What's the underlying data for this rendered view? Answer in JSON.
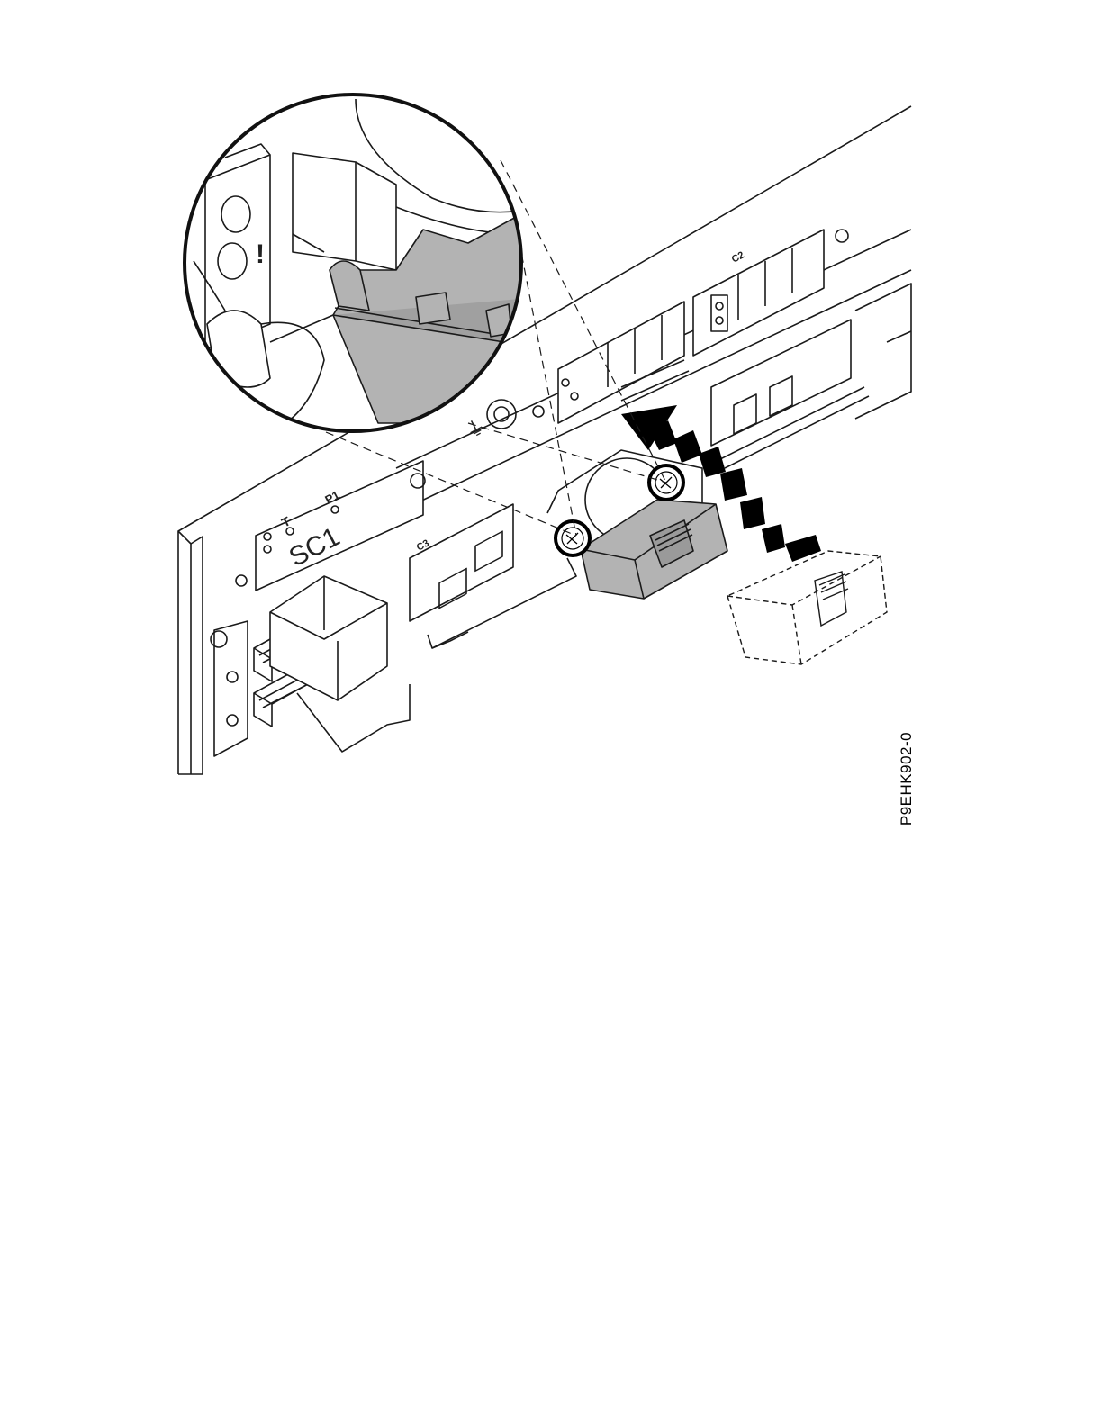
{
  "figure": {
    "id_label": "P9EHK902-0",
    "panel_labels": {
      "slot": "SC1",
      "t_indicator": "T",
      "p1_indicator": "P1",
      "port_c3": "C3",
      "port_c2": "C2",
      "ground_symbol": "⏚",
      "warning_symbol": "!"
    }
  },
  "colors": {
    "line": "#1a1a1a",
    "component_fill": "#b3b3b3",
    "arrow": "#000000",
    "background": "#ffffff"
  },
  "icons": [
    "magnifier-callout",
    "insertion-arrow",
    "battery-cover",
    "ground-symbol",
    "lock-symbol"
  ]
}
